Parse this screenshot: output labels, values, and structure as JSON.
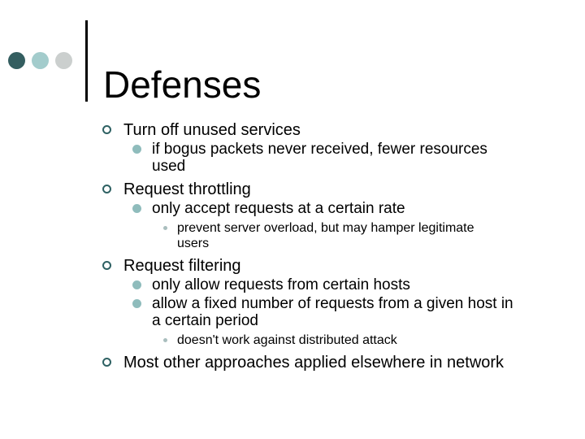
{
  "slide": {
    "title": "Defenses",
    "decorations": {
      "circles": [
        {
          "name": "dark-teal-circle",
          "color": "#345E60"
        },
        {
          "name": "light-teal-circle",
          "color": "#A3CCCC"
        },
        {
          "name": "gray-circle",
          "color": "#CBCFCE"
        }
      ],
      "rule_color": "#000000"
    },
    "colors": {
      "background": "#FFFFFF",
      "text": "#000000",
      "bullet_level1_ring": "#2E6163",
      "bullet_level2_fill": "#8FBCBC",
      "bullet_level3_fill": "#A9BEBE"
    },
    "content": {
      "bullets": [
        {
          "level": 1,
          "text": "Turn off unused services"
        },
        {
          "level": 2,
          "text": "if bogus packets never received, fewer resources used"
        },
        {
          "level": 1,
          "text": "Request throttling"
        },
        {
          "level": 2,
          "text": "only accept requests at a certain rate"
        },
        {
          "level": 3,
          "text": "prevent server overload, but may hamper legitimate users"
        },
        {
          "level": 1,
          "text": "Request filtering"
        },
        {
          "level": 2,
          "text": "only allow requests from certain hosts"
        },
        {
          "level": 2,
          "text": "allow a fixed number of requests from a given host in a certain period"
        },
        {
          "level": 3,
          "text": "doesn't work against distributed attack"
        },
        {
          "level": 1,
          "text": "Most other approaches applied elsewhere in network"
        }
      ]
    }
  }
}
